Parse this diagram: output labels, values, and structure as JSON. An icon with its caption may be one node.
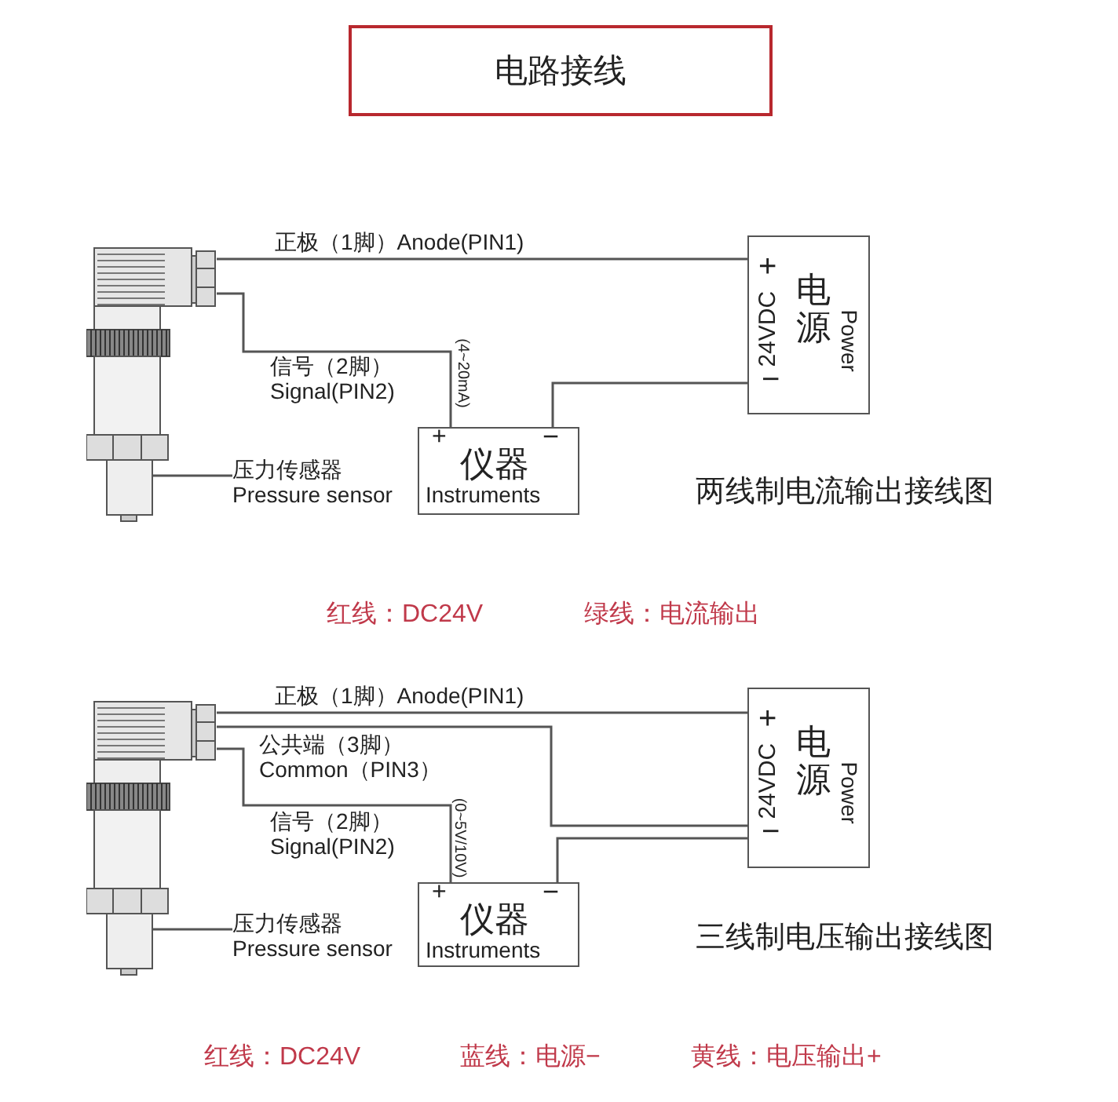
{
  "diagram": {
    "title": "电路接线",
    "nodes": [
      {
        "text": [],
        "shape": "picture"
      },
      {
        "text": [
          "压力传感器 Pressure sensor"
        ]
      },
      {
        "text": [
          "+",
          "−",
          "仪器",
          "Instruments"
        ]
      },
      {
        "text": [
          "+",
          "−",
          "24VDC",
          "电源",
          "Power"
        ]
      },
      {
        "text": [],
        "shape": "picture"
      },
      {
        "text": [
          "压力传感器 Pressure sensor"
        ]
      },
      {
        "text": [
          "+",
          "−",
          "仪器",
          "Instruments"
        ]
      },
      {
        "text": [
          "+",
          "−",
          "24VDC",
          "电源",
          "Power"
        ]
      }
    ],
    "edges": [
      {
        "from": 0,
        "to": 3,
        "arrow": "none",
        "label": "正极（1脚）Anode(PIN1)"
      },
      {
        "from": 0,
        "to": 2,
        "arrow": "none",
        "label": "信号（2脚） Signal(PIN2)"
      },
      {
        "from": 2,
        "to": 3,
        "arrow": "none"
      },
      {
        "from": 1,
        "to": 0,
        "arrow": "none"
      },
      {
        "from": 4,
        "to": 7,
        "arrow": "none",
        "label": "正极（1脚）Anode(PIN1)"
      },
      {
        "from": 4,
        "to": 7,
        "arrow": "none",
        "label": "公共端（3脚） Common（PIN3）"
      },
      {
        "from": 4,
        "to": 6,
        "arrow": "none",
        "label": "信号（2脚） Signal(PIN2)"
      },
      {
        "from": 6,
        "to": 7,
        "arrow": "none"
      },
      {
        "from": 5,
        "to": 4,
        "arrow": "none"
      }
    ],
    "labels": [
      "(4~20mA)",
      "两线制电流输出接线图",
      "红线：DC24V",
      "绿线：电流输出",
      "(0~5V/10V)",
      "三线制电压输出接线图",
      "红线：DC24V",
      "蓝线：电源−",
      "黄线：电压输出+"
    ]
  }
}
